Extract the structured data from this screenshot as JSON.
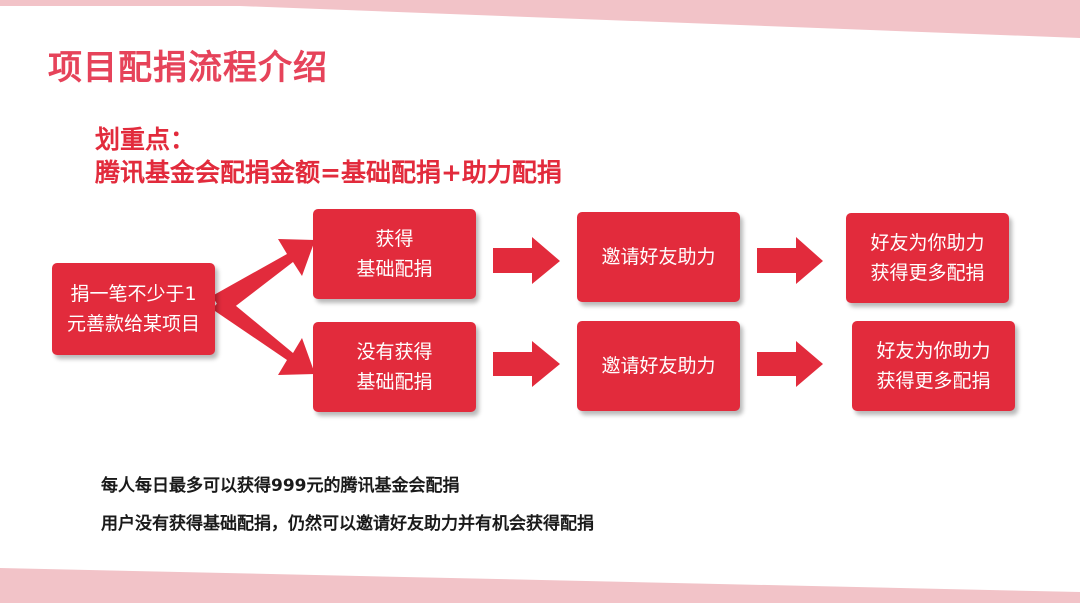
{
  "colors": {
    "accent": "#e22b3c",
    "title": "#e6435a",
    "band": "#f2c3c8",
    "text": "#1a1a1a"
  },
  "title": "项目配捐流程介绍",
  "key_points": {
    "heading": "划重点：",
    "formula": "腾讯基金会配捐金额=基础配捐+助力配捐"
  },
  "flow": {
    "start": {
      "line1": "捐一笔不少于1",
      "line2": "元善款给某项目"
    },
    "upper": {
      "step1": {
        "line1": "获得",
        "line2": "基础配捐"
      },
      "step2": {
        "line1": "邀请好友助力"
      },
      "step3": {
        "line1": "好友为你助力",
        "line2": "获得更多配捐"
      }
    },
    "lower": {
      "step1": {
        "line1": "没有获得",
        "line2": "基础配捐"
      },
      "step2": {
        "line1": "邀请好友助力"
      },
      "step3": {
        "line1": "好友为你助力",
        "line2": "获得更多配捐"
      }
    }
  },
  "notes": [
    "每人每日最多可以获得999元的腾讯基金会配捐",
    "用户没有获得基础配捐，仍然可以邀请好友助力并有机会获得配捐"
  ]
}
